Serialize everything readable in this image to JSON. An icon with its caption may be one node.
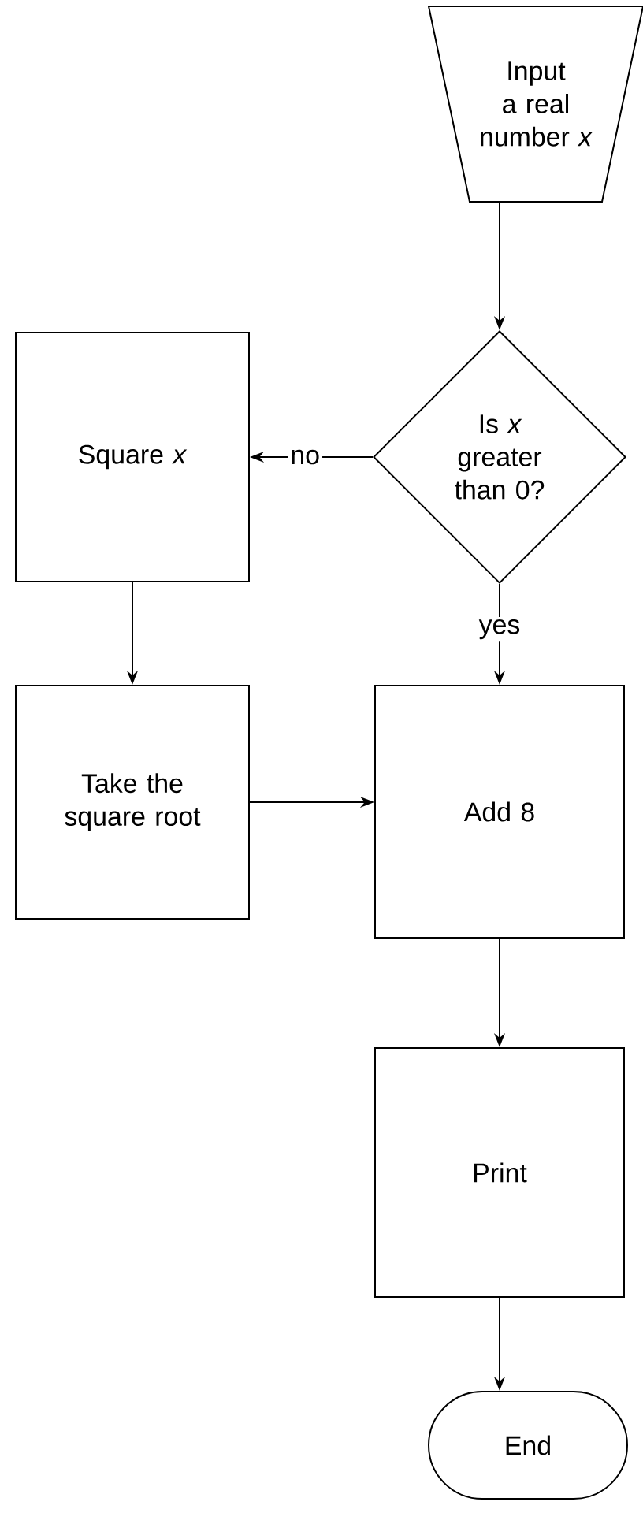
{
  "diagram": {
    "nodes": [
      {
        "text": [
          "Input a real number *x*"
        ]
      },
      {
        "text": [
          "Is *x* greater than 0?"
        ]
      },
      {
        "text": [
          "Square *x*"
        ]
      },
      {
        "text": [
          "Take the square root"
        ]
      },
      {
        "text": [
          "Add 8"
        ]
      },
      {
        "text": [
          "Print"
        ]
      },
      {
        "text": [
          "End"
        ]
      }
    ],
    "edges": [
      {
        "from": 0,
        "to": 1,
        "arrow": "to"
      },
      {
        "from": 1,
        "to": 2,
        "arrow": "to",
        "label": "no"
      },
      {
        "from": 1,
        "to": 4,
        "arrow": "to",
        "label": "yes"
      },
      {
        "from": 2,
        "to": 3,
        "arrow": "to"
      },
      {
        "from": 3,
        "to": 4,
        "arrow": "to"
      },
      {
        "from": 4,
        "to": 5,
        "arrow": "to"
      },
      {
        "from": 5,
        "to": 6,
        "arrow": "to"
      }
    ]
  }
}
